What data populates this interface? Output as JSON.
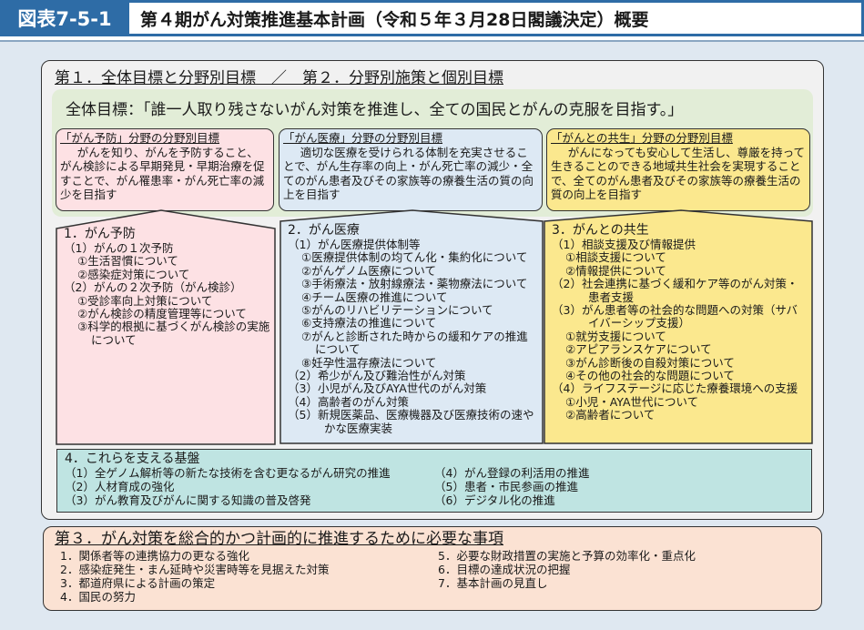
{
  "header": {
    "label": "図表7-5-1",
    "title": "第４期がん対策推進基本計画（令和５年３月28日閣議決定）概要"
  },
  "sec12": {
    "title": "第１．全体目標と分野別目標　／　第２．分野別施策と個別目標",
    "overall": "全体目標：「誰一人取り残さないがん対策を推進し、全ての国民とがんの克服を目指す。」",
    "goals": [
      {
        "title": "「がん予防」分野の分野別目標",
        "body": "がんを知り、がんを予防すること、がん検診による早期発見・早期治療を促すことで、がん罹患率・がん死亡率の減少を目指す"
      },
      {
        "title": "「がん医療」分野の分野別目標",
        "body": "適切な医療を受けられる体制を充実させることで、がん生存率の向上・がん死亡率の減少・全てのがん患者及びその家族等の療養生活の質の向上を目指す"
      },
      {
        "title": "「がんとの共生」分野の分野別目標",
        "body": "がんになっても安心して生活し、尊厳を持って生きることのできる地域共生社会を実現することで、全てのがん患者及びその家族等の療養生活の質の向上を目指す"
      }
    ],
    "areas": [
      {
        "title": "1．がん予防",
        "items": [
          {
            "lvl": 1,
            "text": "（1）がんの１次予防"
          },
          {
            "lvl": 2,
            "text": "①生活習慣について"
          },
          {
            "lvl": 2,
            "text": "②感染症対策について"
          },
          {
            "lvl": 1,
            "text": "（2）がんの２次予防（がん検診）"
          },
          {
            "lvl": 2,
            "text": "①受診率向上対策について"
          },
          {
            "lvl": 2,
            "text": "②がん検診の精度管理等について"
          },
          {
            "lvl": 2,
            "text": "③科学的根拠に基づくがん検診の実施について"
          }
        ]
      },
      {
        "title": "2．がん医療",
        "items": [
          {
            "lvl": 1,
            "text": "（1）がん医療提供体制等"
          },
          {
            "lvl": 2,
            "text": "①医療提供体制の均てん化・集約化について"
          },
          {
            "lvl": 2,
            "text": "②がんゲノム医療について"
          },
          {
            "lvl": 2,
            "text": "③手術療法・放射線療法・薬物療法について"
          },
          {
            "lvl": 2,
            "text": "④チーム医療の推進について"
          },
          {
            "lvl": 2,
            "text": "⑤がんのリハビリテーションについて"
          },
          {
            "lvl": 2,
            "text": "⑥支持療法の推進について"
          },
          {
            "lvl": 2,
            "text": "⑦がんと診断された時からの緩和ケアの推進について"
          },
          {
            "lvl": 2,
            "text": "⑧妊孕性温存療法について"
          },
          {
            "lvl": 1,
            "text": "（2）希少がん及び難治性がん対策"
          },
          {
            "lvl": 1,
            "text": "（3）小児がん及びAYA世代のがん対策"
          },
          {
            "lvl": 1,
            "text": "（4）高齢者のがん対策"
          },
          {
            "lvl": 3,
            "text": "（5）新規医薬品、医療機器及び医療技術の速やかな医療実装"
          }
        ]
      },
      {
        "title": "3．がんとの共生",
        "items": [
          {
            "lvl": 1,
            "text": "（1）相談支援及び情報提供"
          },
          {
            "lvl": 2,
            "text": "①相談支援について"
          },
          {
            "lvl": 2,
            "text": "②情報提供について"
          },
          {
            "lvl": 3,
            "text": "（2）社会連携に基づく緩和ケア等のがん対策・患者支援"
          },
          {
            "lvl": 3,
            "text": "（3）がん患者等の社会的な問題への対策（サバイバーシップ支援）"
          },
          {
            "lvl": 2,
            "text": "①就労支援について"
          },
          {
            "lvl": 2,
            "text": "②アピアランスケアについて"
          },
          {
            "lvl": 2,
            "text": "③がん診断後の自殺対策について"
          },
          {
            "lvl": 2,
            "text": "④その他の社会的な問題について"
          },
          {
            "lvl": 1,
            "text": "（4）ライフステージに応じた療養環境への支援"
          },
          {
            "lvl": 2,
            "text": "①小児・AYA世代について"
          },
          {
            "lvl": 2,
            "text": "②高齢者について"
          }
        ]
      }
    ],
    "foundation": {
      "title": "4．これらを支える基盤",
      "left": [
        "（1）全ゲノム解析等の新たな技術を含む更なるがん研究の推進",
        "（2）人材育成の強化",
        "（3）がん教育及びがんに関する知識の普及啓発"
      ],
      "right": [
        "（4）がん登録の利活用の推進",
        "（5）患者・市民参画の推進",
        "（6）デジタル化の推進"
      ]
    }
  },
  "sec3": {
    "title": "第３．がん対策を総合的かつ計画的に推進するために必要な事項",
    "left": [
      "1．関係者等の連携協力の更なる強化",
      "2．感染症発生・まん延時や災害時等を見据えた対策",
      "3．都道府県による計画の策定",
      "4．国民の努力"
    ],
    "right": [
      "5．必要な財政措置の実施と予算の効率化・重点化",
      "6．目標の達成状況の把握",
      "7．基本計画の見直し"
    ]
  },
  "colors": {
    "blue": "#2e6ca6",
    "pink": "#fde1e4",
    "lightblue": "#dde9f4",
    "yellow": "#fbe88e",
    "teal": "#bfe4e2",
    "salmon": "#fbe2d3",
    "green": "#e2edd7"
  }
}
